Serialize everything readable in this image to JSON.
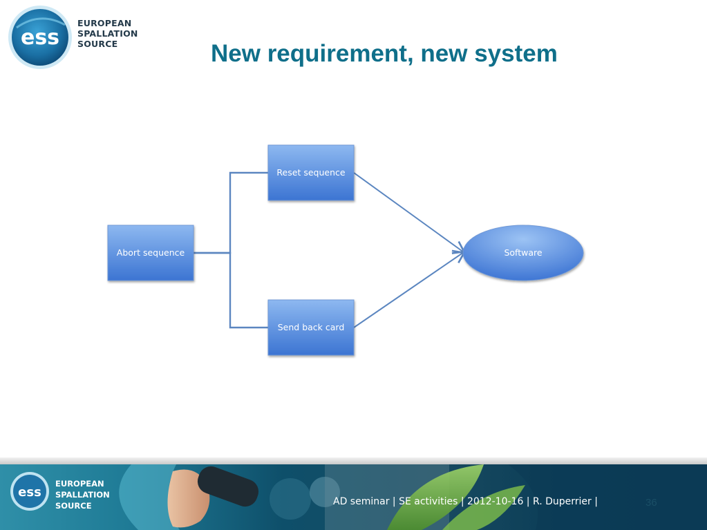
{
  "brand": {
    "line1": "EUROPEAN",
    "line2": "SPALLATION",
    "line3": "SOURCE",
    "badge_text": "ess"
  },
  "slide": {
    "title": "New requirement, new system"
  },
  "diagram": {
    "nodes": {
      "abort": "Abort sequence",
      "reset": "Reset sequence",
      "sendback": "Send back card",
      "software": "Software"
    }
  },
  "footer": {
    "info": "AD seminar | SE activities |  2012-10-16 | R. Duperrier |",
    "page_number": "36"
  },
  "colors": {
    "title": "#0f6f8a",
    "node_fill_top": "#86b3ee",
    "node_fill_bottom": "#3f78d4",
    "connector": "#5b86c0",
    "footer_band": "#0e4f6a"
  }
}
